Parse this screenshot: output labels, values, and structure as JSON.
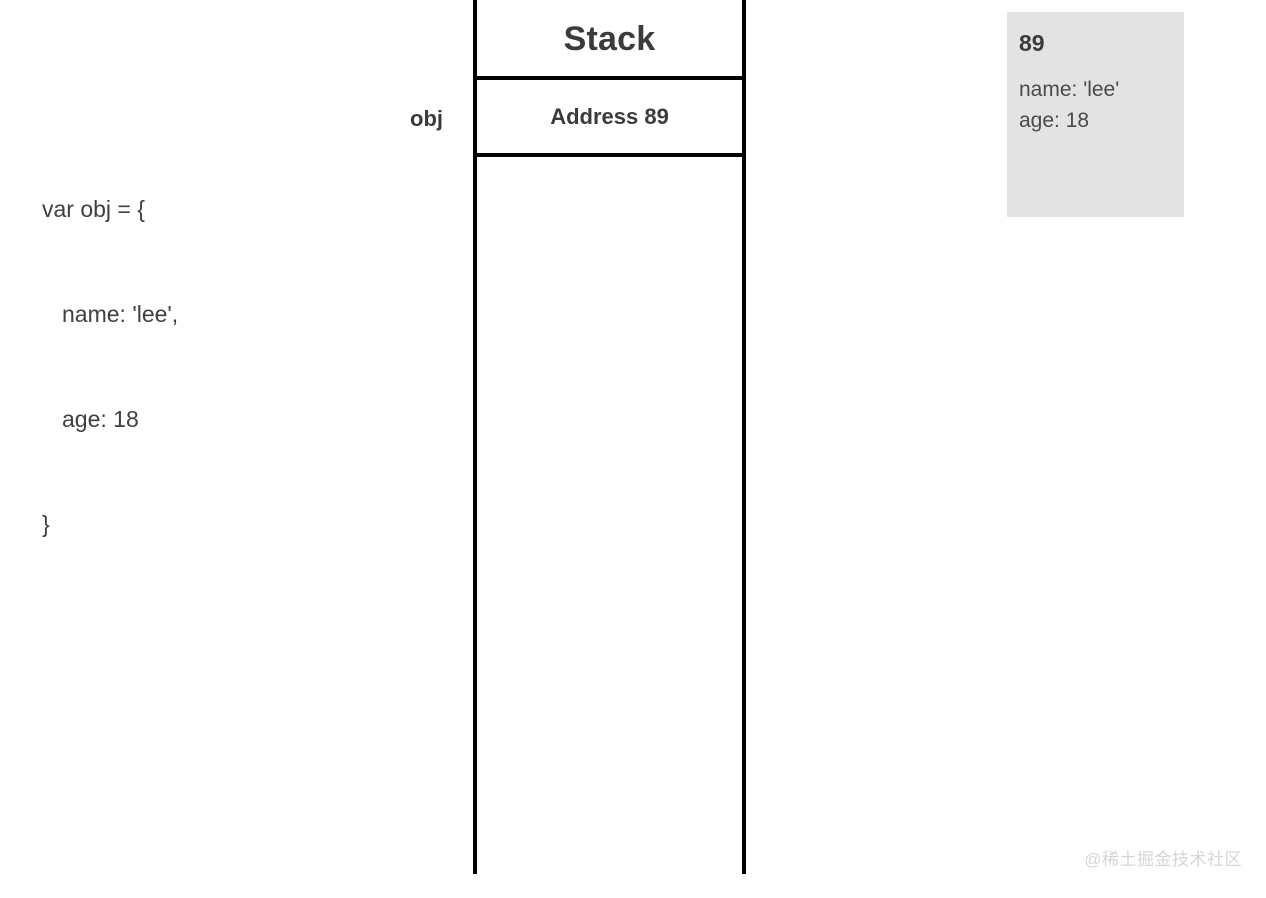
{
  "code_snippet": {
    "lines": [
      "var obj = {",
      "name: 'lee',",
      "age: 18",
      "}"
    ]
  },
  "stack": {
    "title": "Stack",
    "variable_label": "obj",
    "cell_value": "Address 89"
  },
  "heap": {
    "address": "89",
    "properties": [
      "name: 'lee'",
      "age: 18"
    ]
  },
  "watermark": {
    "text": "@稀土掘金技术社区"
  },
  "colors": {
    "text": "#3b3b3b",
    "border": "#000000",
    "heap_bg": "#e3e3e3",
    "watermark": "#d6d6d6",
    "page_bg": "#ffffff"
  }
}
